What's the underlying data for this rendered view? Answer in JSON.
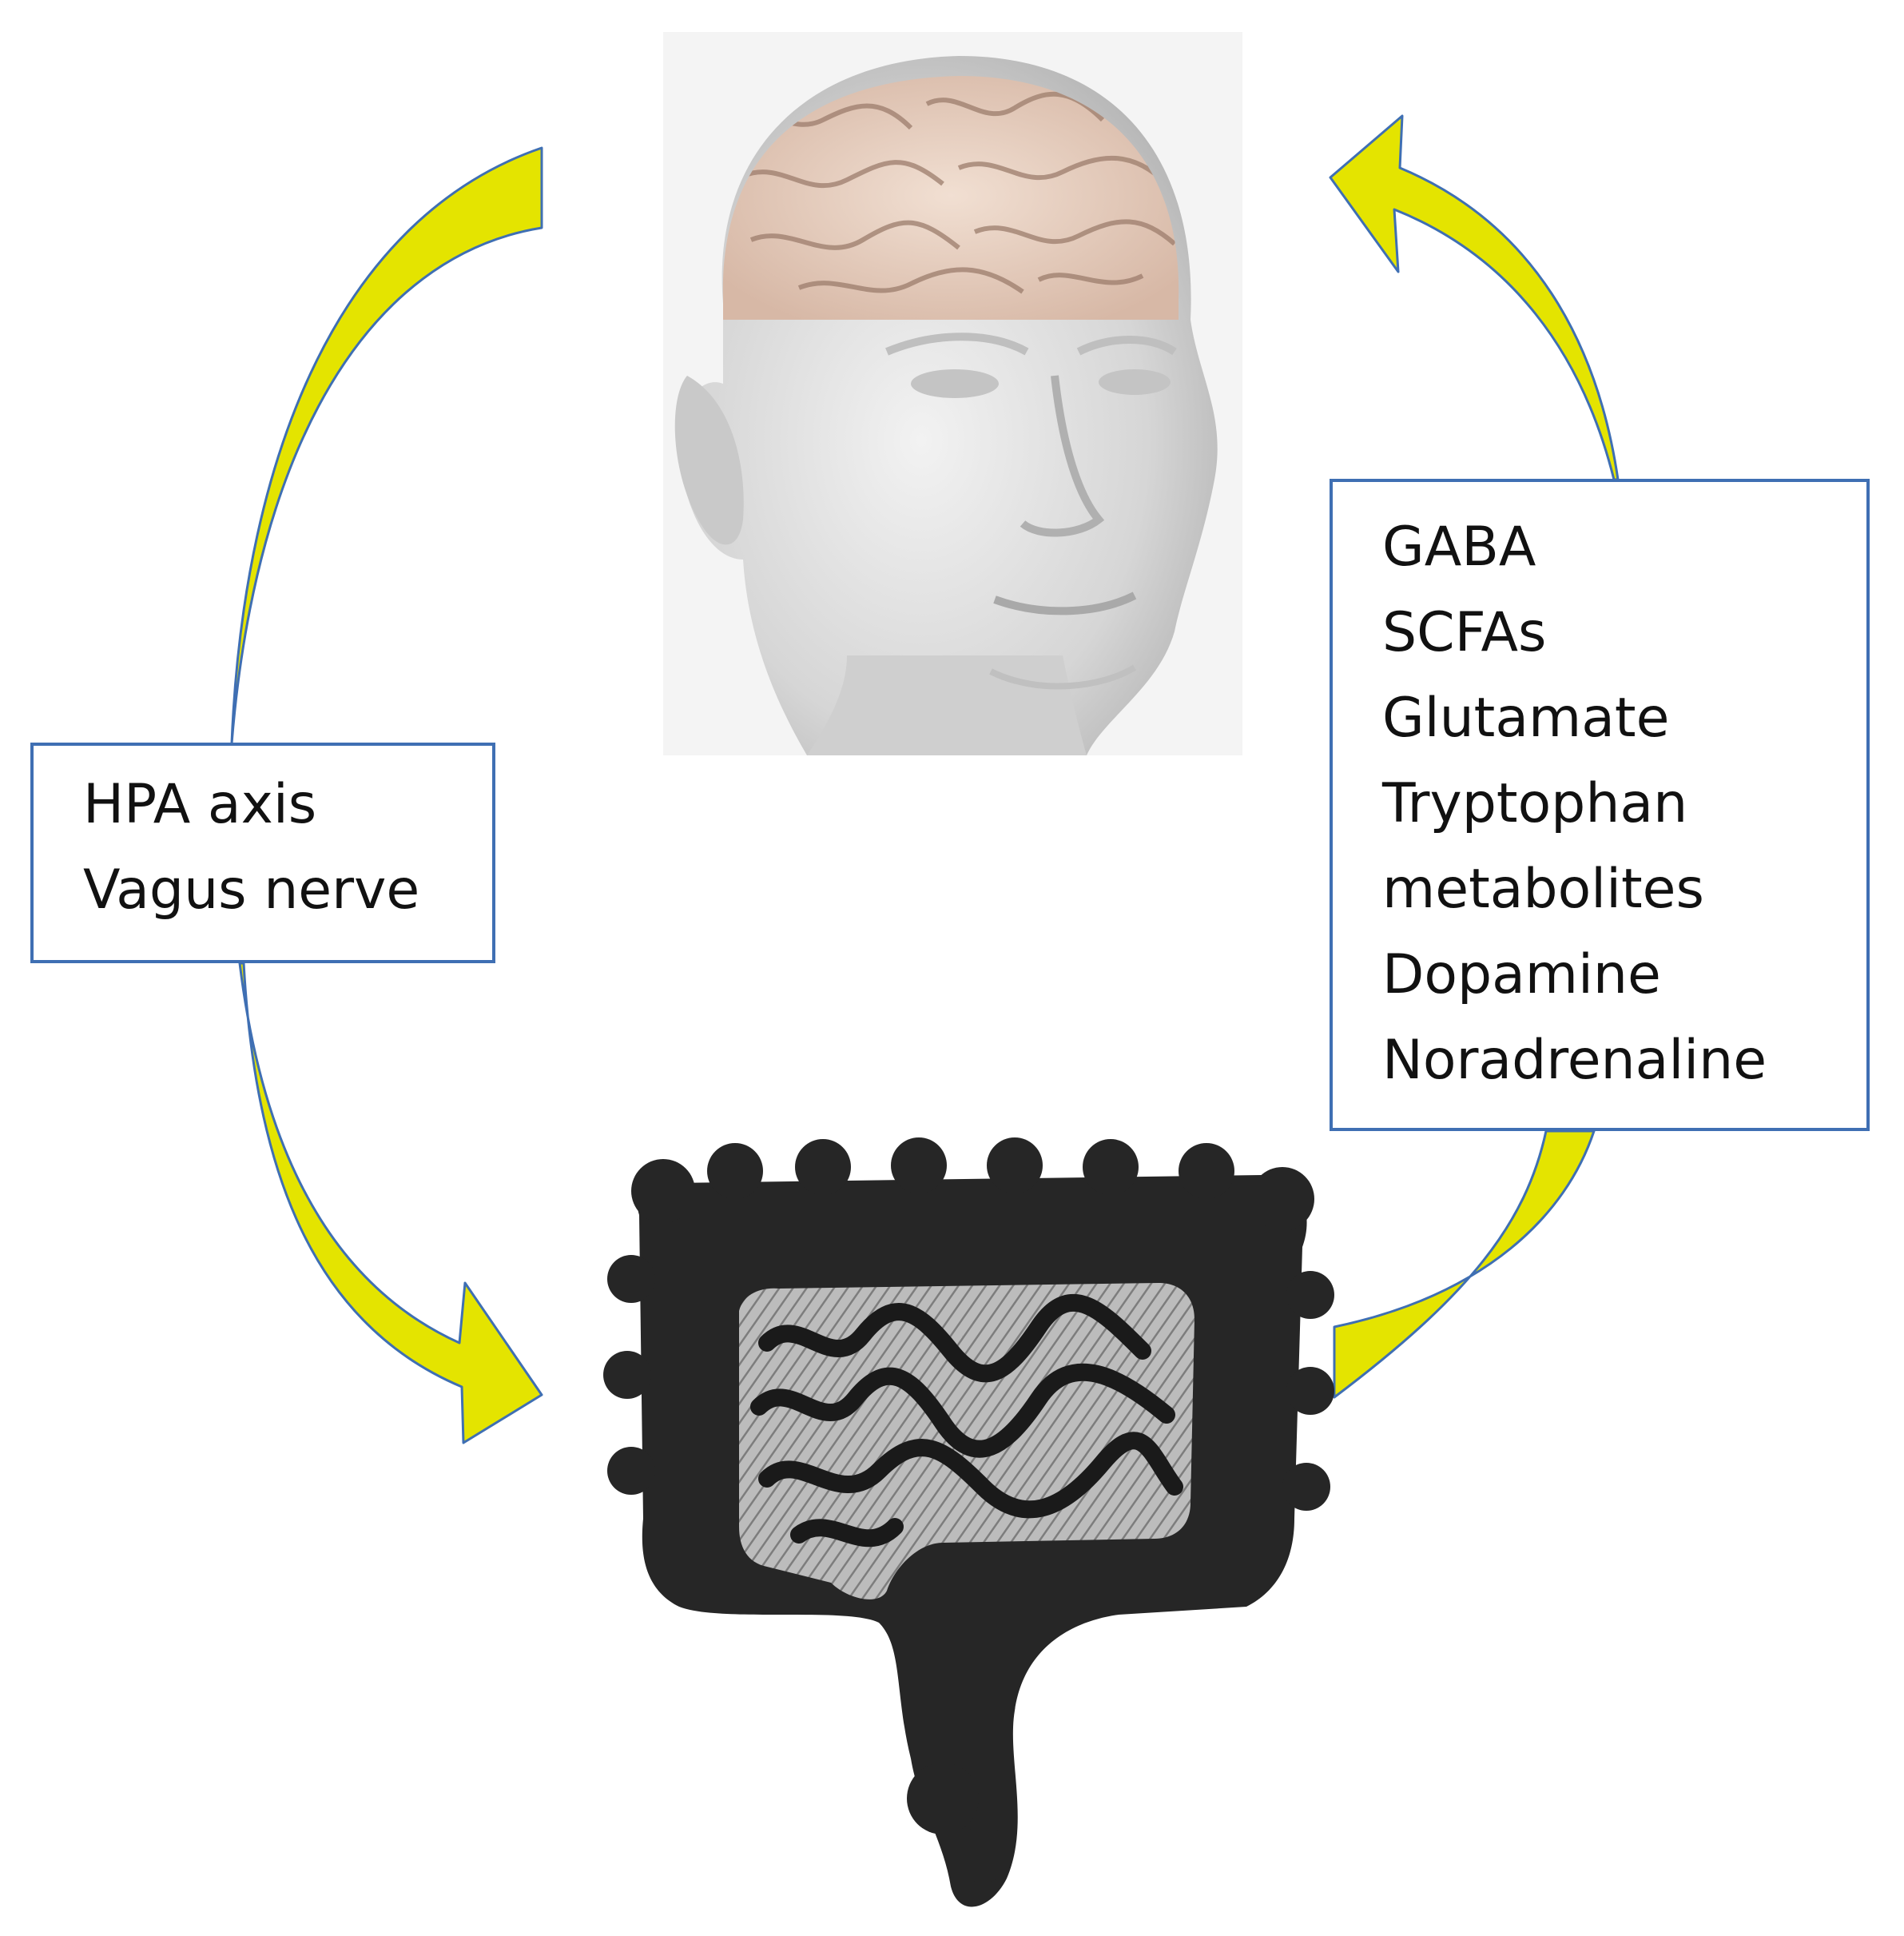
{
  "colors": {
    "arrow_fill": "#e4e400",
    "arrow_stroke": "#3f6fb3",
    "box_border": "#3f6fb3",
    "text": "#111111",
    "skin": "#d9d9d9",
    "brain": "#ead2c2",
    "gut": "#262626"
  },
  "icons": {
    "head": "human-head-with-brain-icon",
    "gut": "intestines-icon"
  },
  "left_box": {
    "lines": [
      "HPA axis",
      "Vagus nerve"
    ]
  },
  "right_box": {
    "lines": [
      "GABA",
      "SCFAs",
      "Glutamate",
      "Tryptophan",
      "metabolites",
      "Dopamine",
      "Noradrenaline"
    ]
  }
}
